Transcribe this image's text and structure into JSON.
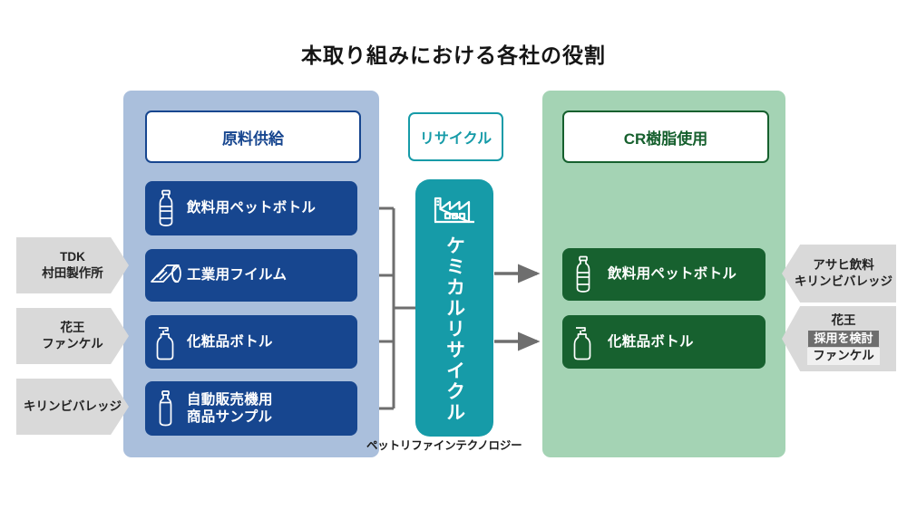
{
  "page": {
    "title": "本取り組みにおける各社の役割",
    "background": "#ffffff"
  },
  "colors": {
    "blue_panel": "#aabfdc",
    "blue_card": "#17468f",
    "green_panel": "#a4d3b4",
    "green_card": "#17612f",
    "teal": "#169ba8",
    "gray_tag": "#d9d9d9",
    "gray_badge": "#6e6e6e",
    "connector": "#6e6e6e"
  },
  "left_panel": {
    "header": "原料供給",
    "items": [
      {
        "label": "飲料用ペットボトル",
        "icon": "pet-bottle-icon"
      },
      {
        "label": "工業用フイルム",
        "icon": "film-roll-icon"
      },
      {
        "label": "化粧品ボトル",
        "icon": "pump-bottle-icon"
      },
      {
        "label": "自動販売機用\n商品サンプル",
        "line1": "自動販売機用",
        "line2": "商品サンプル",
        "icon": "sample-bottle-icon"
      }
    ]
  },
  "center": {
    "header": "リサイクル",
    "icon": "factory-icon",
    "vertical_label": "ケミカルリサイクル",
    "caption": "ペットリファインテクノロジー"
  },
  "right_panel": {
    "header": "CR樹脂使用",
    "items": [
      {
        "label": "飲料用ペットボトル",
        "icon": "pet-bottle-icon"
      },
      {
        "label": "化粧品ボトル",
        "icon": "pump-bottle-icon"
      }
    ]
  },
  "supplier_tags": [
    {
      "line1": "TDK",
      "line2": "村田製作所"
    },
    {
      "line1": "花王",
      "line2": "ファンケル"
    },
    {
      "line1": "キリンビバレッジ",
      "line2": ""
    }
  ],
  "user_tags": [
    {
      "line1": "アサヒ飲料",
      "line2": "キリンビバレッジ",
      "badge": "",
      "sub": ""
    },
    {
      "line1": "花王",
      "line2": "",
      "badge": "採用を検討",
      "sub": "ファンケル"
    }
  ]
}
